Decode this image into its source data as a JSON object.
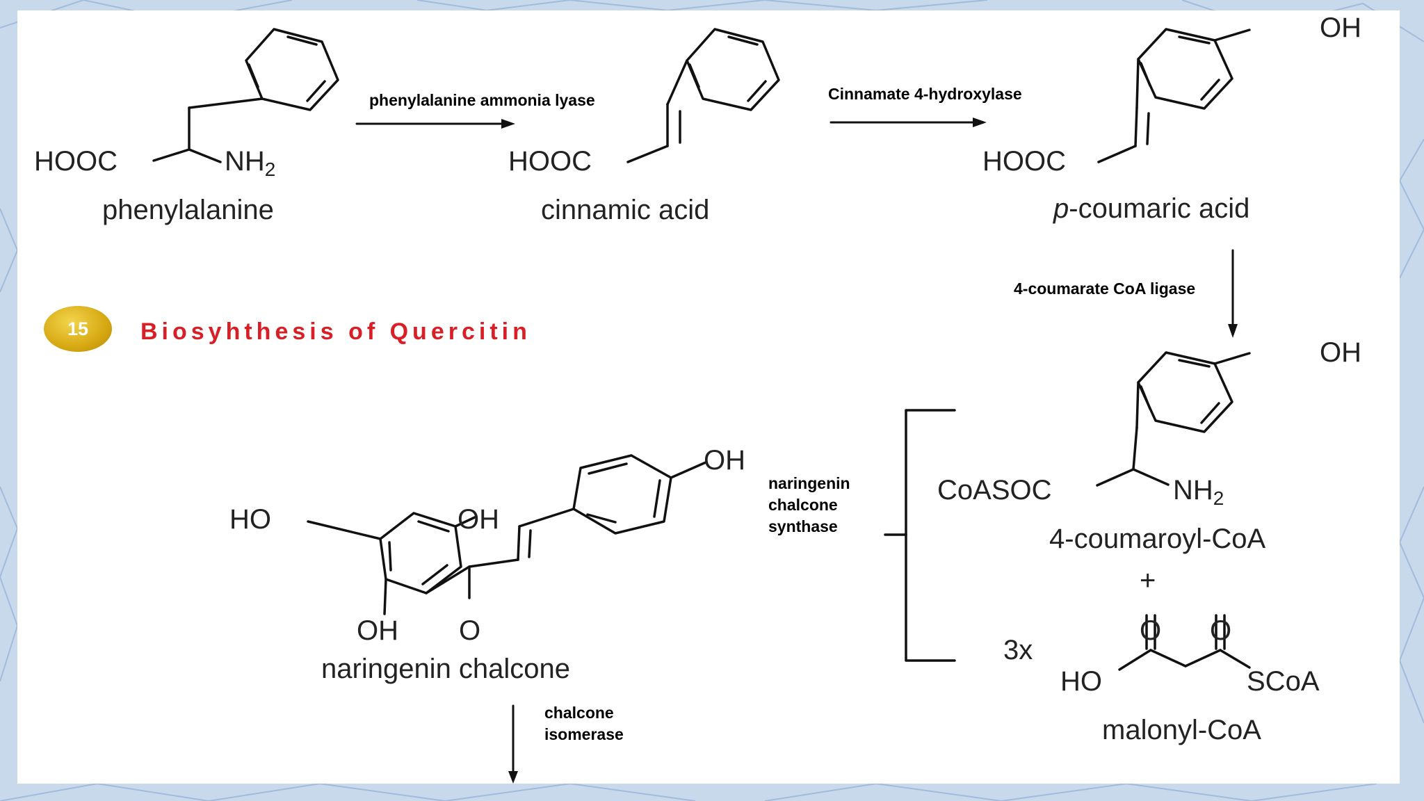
{
  "slide": {
    "number": "15",
    "title": "Biosyhthesis of Quercitin"
  },
  "enzymes": {
    "pal": "phenylalanine ammonia lyase",
    "c4h": "Cinnamate 4-hydroxylase",
    "cl4": "4-coumarate CoA ligase",
    "chs": [
      "naringenin",
      "chalcone",
      "synthase"
    ],
    "chi": [
      "chalcone",
      "isomerase"
    ]
  },
  "compounds": {
    "phenylalanine": {
      "name": "phenylalanine",
      "left_group": "HOOC",
      "right_group": "NH",
      "subscript": "2"
    },
    "cinnamic": {
      "name": "cinnamic acid",
      "left_group": "HOOC"
    },
    "coumaric": {
      "name_prefix": "p",
      "name_rest": "-coumaric acid",
      "left_group": "HOOC",
      "top_group": "OH"
    },
    "coumaroyl": {
      "name": "4-coumaroyl-CoA",
      "left_group": "CoASOC",
      "right_group": "NH",
      "subscript": "2",
      "top_group": "OH"
    },
    "plus": "+",
    "malonyl": {
      "name": "malonyl-CoA",
      "multiplier": "3x",
      "left_group": "HO",
      "right_group": "SCoA",
      "oxygen": "O"
    },
    "chalcone": {
      "name": "naringenin chalcone",
      "ho": "HO",
      "oh_top": "OH",
      "oh_right": "OH",
      "oh_bottom": "OH",
      "carbonyl": "O"
    }
  }
}
